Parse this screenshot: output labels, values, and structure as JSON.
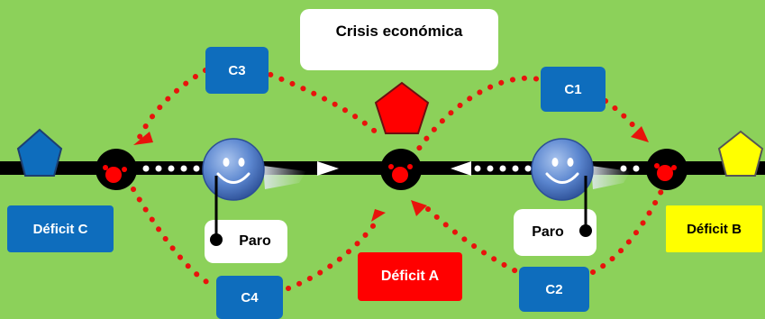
{
  "title": "Crisis económica",
  "nodes": {
    "deficit_a": "Déficit A",
    "deficit_b": "Déficit B",
    "deficit_c": "Déficit C"
  },
  "arrows": {
    "c1": "C1",
    "c2": "C2",
    "c3": "C3",
    "c4": "C4"
  },
  "paro": {
    "left": "Paro",
    "right": "Paro"
  },
  "colors": {
    "background": "#8CD15A",
    "blue": "#0E6DBD",
    "red": "#FF0000",
    "yellow": "#FFFF00",
    "white": "#FFFFFF",
    "line": "#000000",
    "dots": "#E8130C"
  },
  "icons": [
    "smiley-face-icon",
    "pentagon-icon",
    "arrowhead-icon"
  ]
}
